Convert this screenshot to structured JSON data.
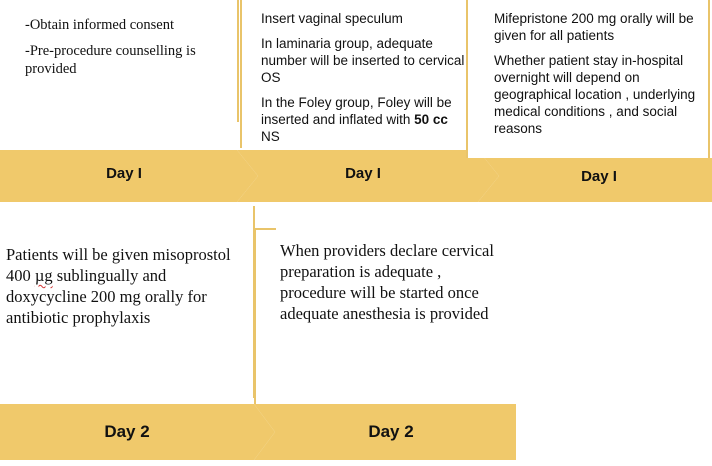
{
  "colors": {
    "band": "#f0c96b",
    "accent": "#e9c46a",
    "text": "#111111"
  },
  "row1": [
    {
      "day_label": "Day I",
      "items": [
        "-Obtain informed consent",
        "-Pre-procedure counselling is provided"
      ]
    },
    {
      "day_label": "Day I",
      "items": [
        "Insert vaginal speculum",
        "In laminaria group, adequate number will be inserted to cervical OS",
        "In the Foley group, Foley will be inserted and inflated with 50 cc NS"
      ],
      "foley_pre": "In the Foley group, Foley will be inserted and inflated with ",
      "foley_bold": "50 cc",
      "foley_post": " NS"
    },
    {
      "day_label": "Day I",
      "items": [
        "Mifepristone 200 mg orally will be given for all patients",
        "Whether patient stay in-hospital overnight will depend on geographical location , underlying medical conditions , and social reasons"
      ]
    }
  ],
  "row2": [
    {
      "day_label": "Day 2",
      "pre": "Patients will be given misoprostol 400 ",
      "unit": "µg",
      "post": " sublingually and doxycycline 200 mg orally for antibiotic prophylaxis"
    },
    {
      "day_label": "Day 2",
      "text": "When providers declare cervical preparation is adequate , procedure will be started  once adequate anesthesia is provided"
    }
  ]
}
